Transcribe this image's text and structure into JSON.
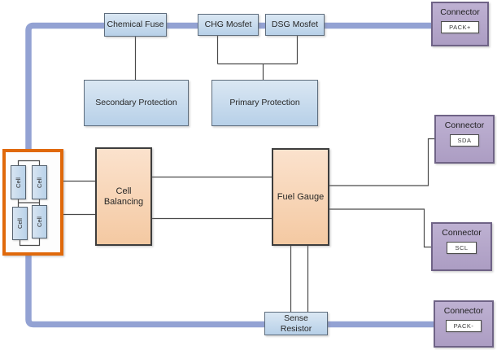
{
  "nodes": {
    "chemical_fuse": {
      "label": "Chemical Fuse"
    },
    "chg_mosfet": {
      "label": "CHG Mosfet"
    },
    "dsg_mosfet": {
      "label": "DSG Mosfet"
    },
    "secondary_protection": {
      "label": "Secondary Protection"
    },
    "primary_protection": {
      "label": "Primary Protection"
    },
    "cell_balancing": {
      "label": "Cell Balancing"
    },
    "fuel_gauge": {
      "label": "Fuel Gauge"
    },
    "sense_resistor": {
      "label": "Sense Resistor"
    }
  },
  "battery": {
    "cells": [
      {
        "label": "Cell"
      },
      {
        "label": "Cell"
      },
      {
        "label": "Cell"
      },
      {
        "label": "Cell"
      }
    ]
  },
  "connectors": [
    {
      "label": "Connector",
      "port": "PACK+"
    },
    {
      "label": "Connector",
      "port": "SDA"
    },
    {
      "label": "Connector",
      "port": "SCL"
    },
    {
      "label": "Connector",
      "port": "PACK-"
    }
  ],
  "colors": {
    "power_bus": "#93a2d3",
    "signal_wire": "#4a4a4a",
    "blue_box_fill": "#b7d0e8",
    "blue_box_border": "#5e6d7d",
    "peach_box_fill": "#f4c9a2",
    "peach_box_border": "#3d3d3d",
    "connector_fill": "#ac9dc3",
    "connector_border": "#6f6386",
    "battery_highlight": "#e0690b"
  }
}
